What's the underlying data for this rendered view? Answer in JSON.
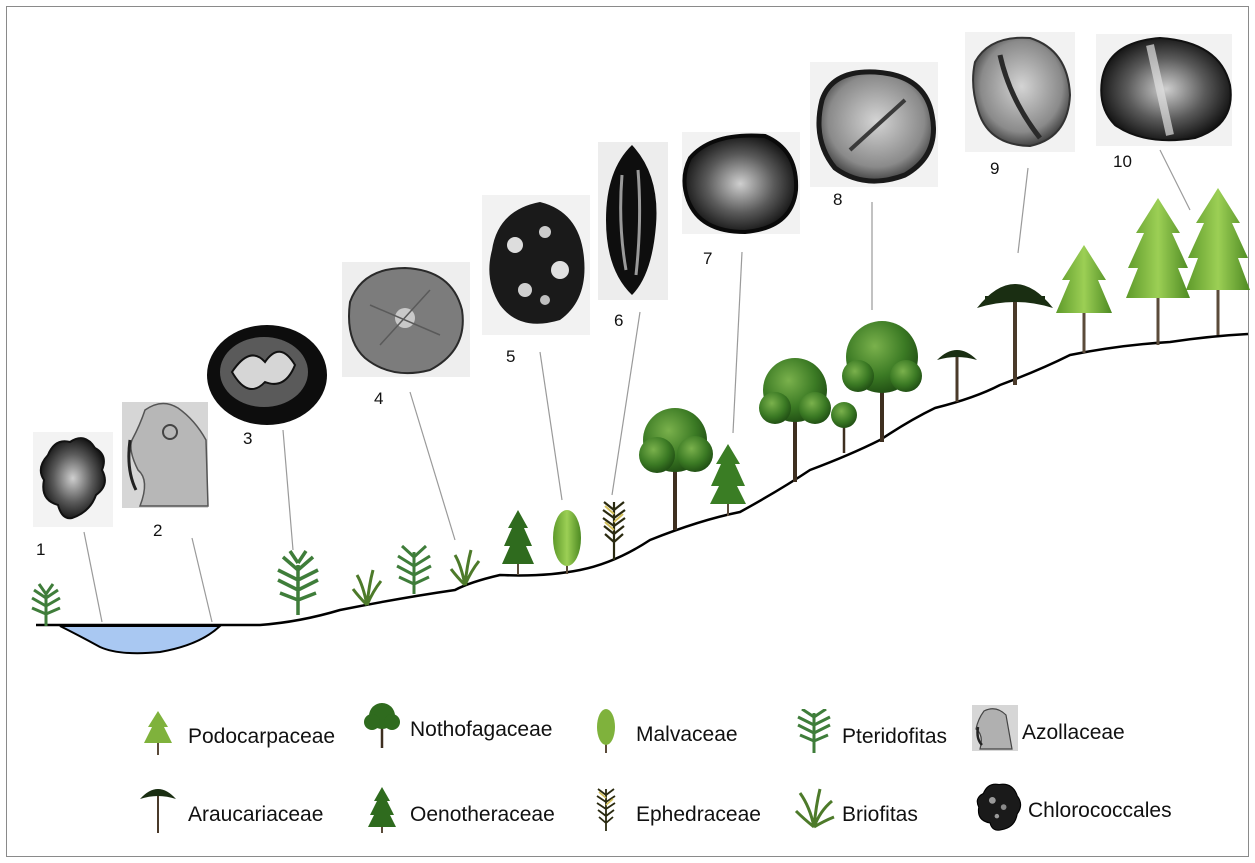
{
  "specimens": [
    {
      "number": "1",
      "name": "specimen-1-chlorococcales"
    },
    {
      "number": "2",
      "name": "specimen-2-azollaceae"
    },
    {
      "number": "3",
      "name": "specimen-3-spore"
    },
    {
      "number": "4",
      "name": "specimen-4-spore"
    },
    {
      "number": "5",
      "name": "specimen-5-spore"
    },
    {
      "number": "6",
      "name": "specimen-6-pollen"
    },
    {
      "number": "7",
      "name": "specimen-7-pollen"
    },
    {
      "number": "8",
      "name": "specimen-8-pollen"
    },
    {
      "number": "9",
      "name": "specimen-9-pollen"
    },
    {
      "number": "10",
      "name": "specimen-10-pollen"
    }
  ],
  "legend": [
    {
      "label": "Podocarpaceae",
      "icon": "podocarpaceae-tree-icon"
    },
    {
      "label": "Nothofagaceae",
      "icon": "nothofagaceae-tree-icon"
    },
    {
      "label": "Malvaceae",
      "icon": "malvaceae-shrub-icon"
    },
    {
      "label": "Pteridofitas",
      "icon": "fern-icon"
    },
    {
      "label": "Azollaceae",
      "icon": "azolla-spore-icon"
    },
    {
      "label": "Araucariaceae",
      "icon": "araucaria-tree-icon"
    },
    {
      "label": "Oenotheraceae",
      "icon": "oenotheraceae-shrub-icon"
    },
    {
      "label": "Ephedraceae",
      "icon": "ephedra-icon"
    },
    {
      "label": "Briofitas",
      "icon": "moss-icon"
    },
    {
      "label": "Chlorococcales",
      "icon": "chlorococcales-alga-icon"
    }
  ],
  "colors": {
    "water": "#a9c8f2",
    "ground_line": "#000000",
    "tree_dark": "#2f6b1e",
    "tree_light": "#7fb23c",
    "fern": "#3f7d3a",
    "trunk": "#5b4b3a"
  }
}
